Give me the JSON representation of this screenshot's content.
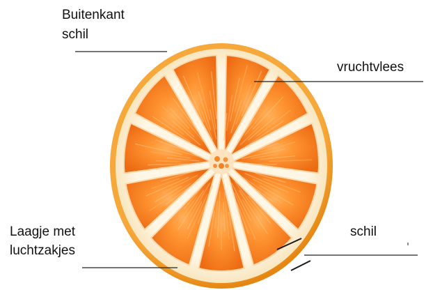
{
  "labels": {
    "outer_peel_line1": "Buitenkant",
    "outer_peel_line2": "schil",
    "pulp": "vruchtvlees",
    "air_layer_line1": "Laagje met",
    "air_layer_line2": "luchtzakjes",
    "peel": "schil"
  },
  "colors": {
    "outer_rind": "#f39a1e",
    "rind_shadow": "#e27d0c",
    "white_pith": "#fbf3dd",
    "segment_fill": "#f47b1c",
    "segment_highlight": "#ff9a3a",
    "segment_dark": "#e0620e",
    "membrane": "#fde6c5",
    "line": "#222222"
  },
  "illustration": {
    "subject": "orange-cross-section",
    "segment_count": 11
  }
}
